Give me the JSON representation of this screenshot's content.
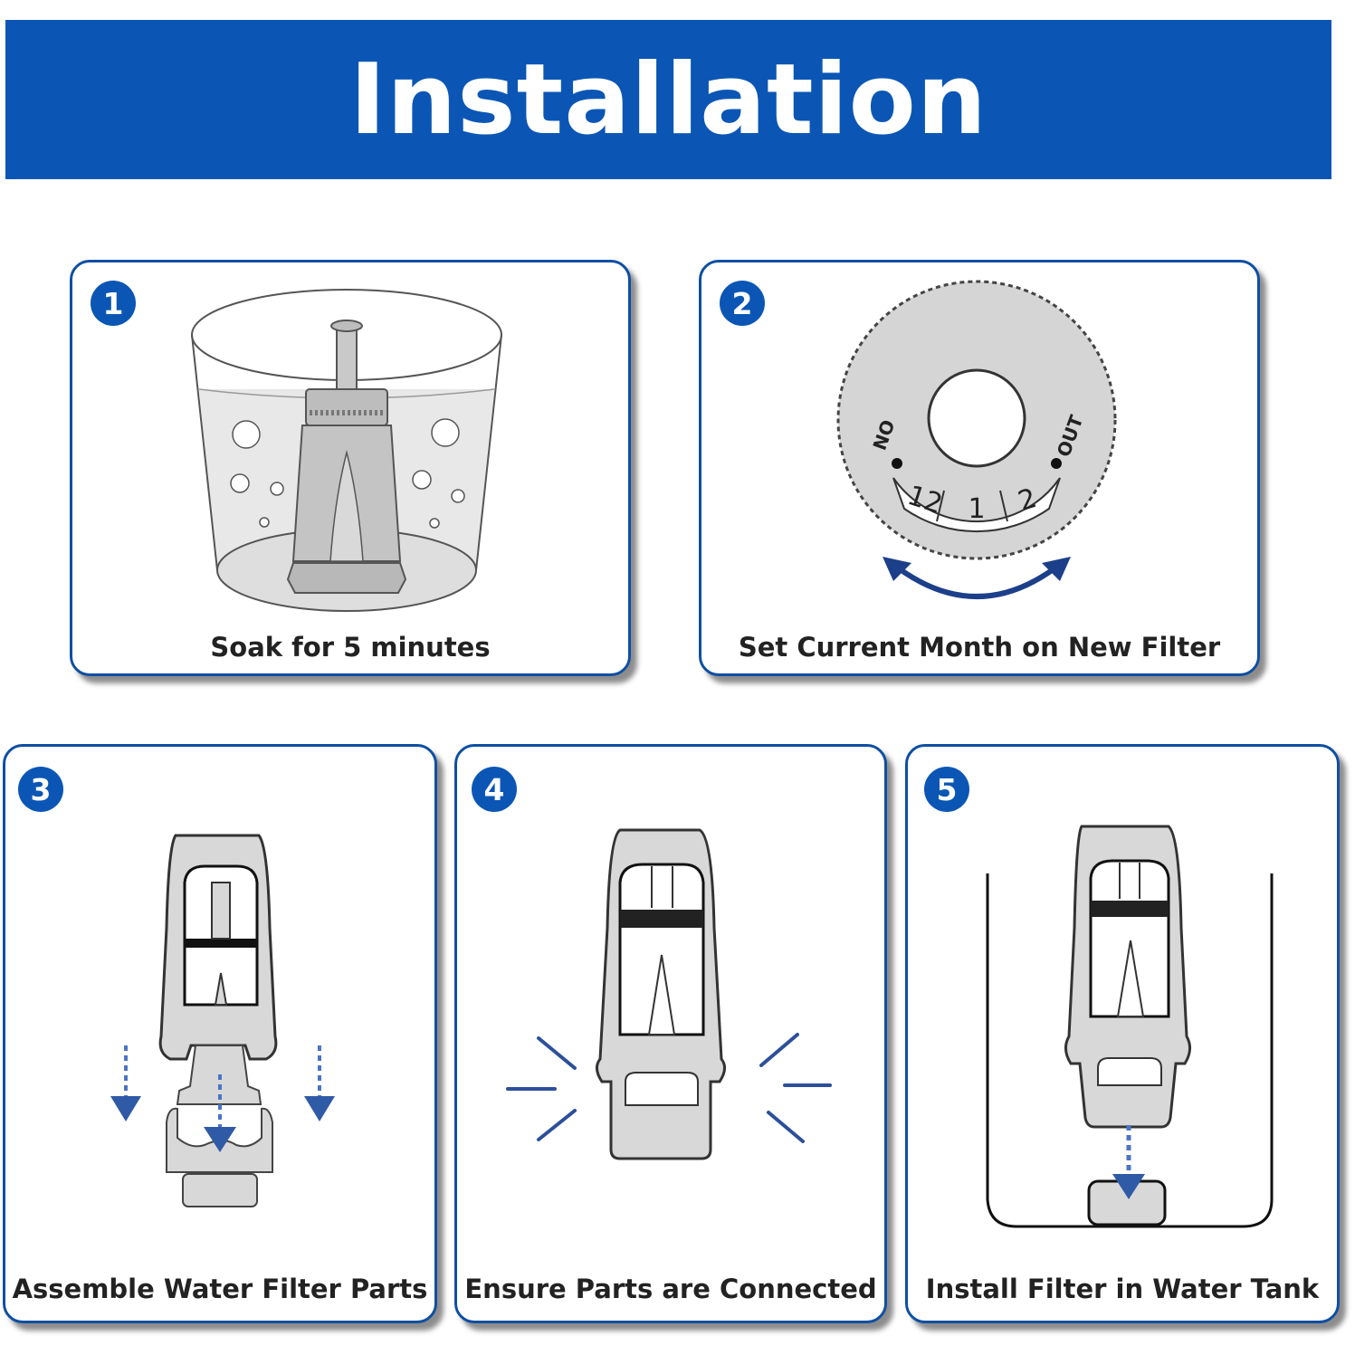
{
  "header": {
    "title": "Installation"
  },
  "steps": [
    {
      "number": "1",
      "caption": "Soak for 5 minutes"
    },
    {
      "number": "2",
      "caption": "Set Current Month on New Filter"
    },
    {
      "number": "3",
      "caption": "Assemble Water Filter Parts"
    },
    {
      "number": "4",
      "caption": "Ensure Parts are Connected"
    },
    {
      "number": "5",
      "caption": "Install Filter in Water Tank"
    }
  ],
  "dial": {
    "on_label": "ON",
    "out_label": "OUT",
    "months": [
      "12",
      "1",
      "2"
    ]
  },
  "colors": {
    "brand_blue": "#0b56b5",
    "card_border": "#0e4fa3",
    "filter_gray": "#d5d5d5"
  }
}
